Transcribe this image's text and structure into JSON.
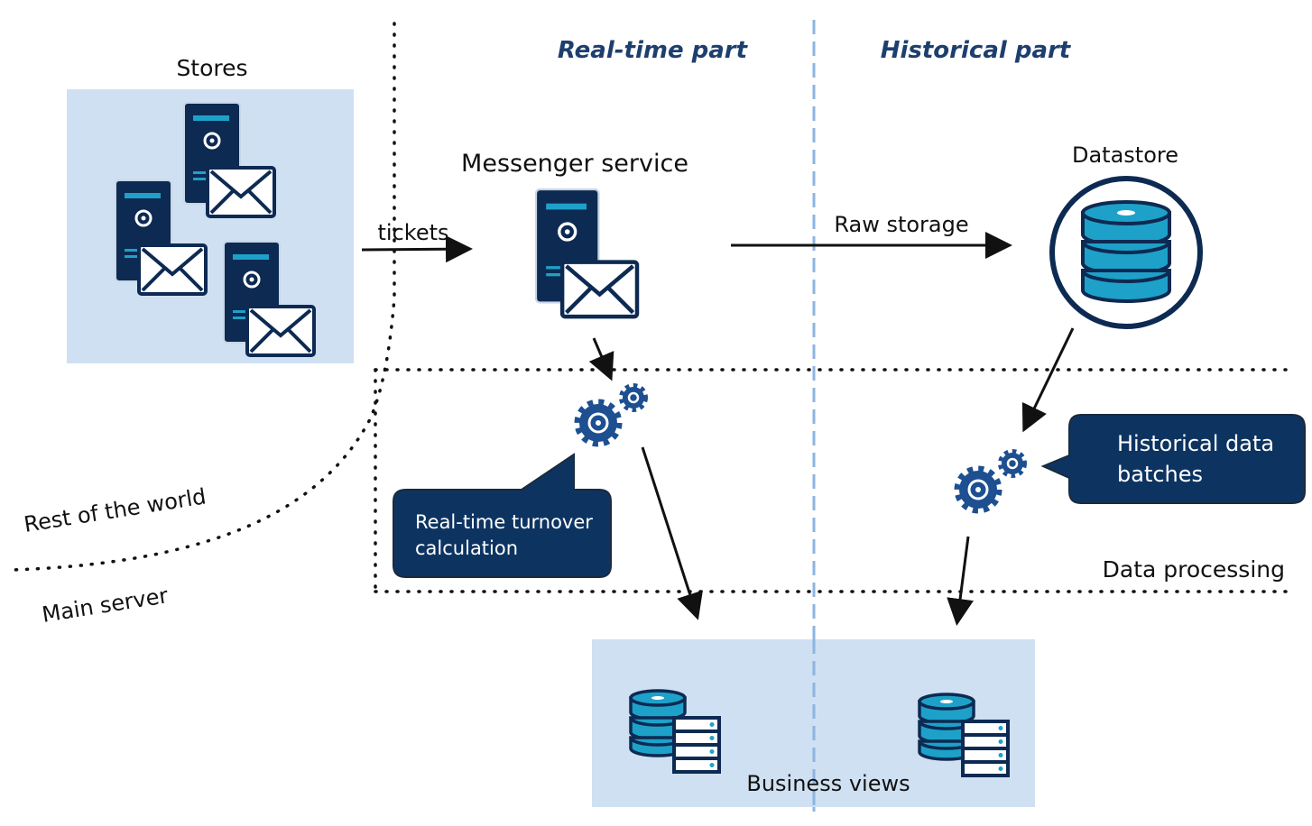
{
  "sections": {
    "realtime": "Real-time part",
    "historical": "Historical part"
  },
  "regions": {
    "rest_of_world": "Rest of the world",
    "main_server": "Main server",
    "data_processing": "Data processing"
  },
  "nodes": {
    "stores": "Stores",
    "messenger": "Messenger service",
    "datastore": "Datastore",
    "business_views": "Business views"
  },
  "edges": {
    "tickets": "tickets",
    "raw_storage": "Raw storage"
  },
  "callouts": {
    "realtime_line1": "Real-time turnover",
    "realtime_line2": "calculation",
    "historical_line1": "Historical data",
    "historical_line2": "batches"
  },
  "colors": {
    "navy": "#0d2a52",
    "accent": "#1ea1c9",
    "light_panel": "#cfe0f2",
    "callout_bg": "#0d3461",
    "divider": "#8db5e0"
  },
  "icons": {
    "server": "server-with-envelope-icon",
    "database": "database-icon",
    "gears": "gears-icon",
    "db_server": "database-server-icon"
  }
}
